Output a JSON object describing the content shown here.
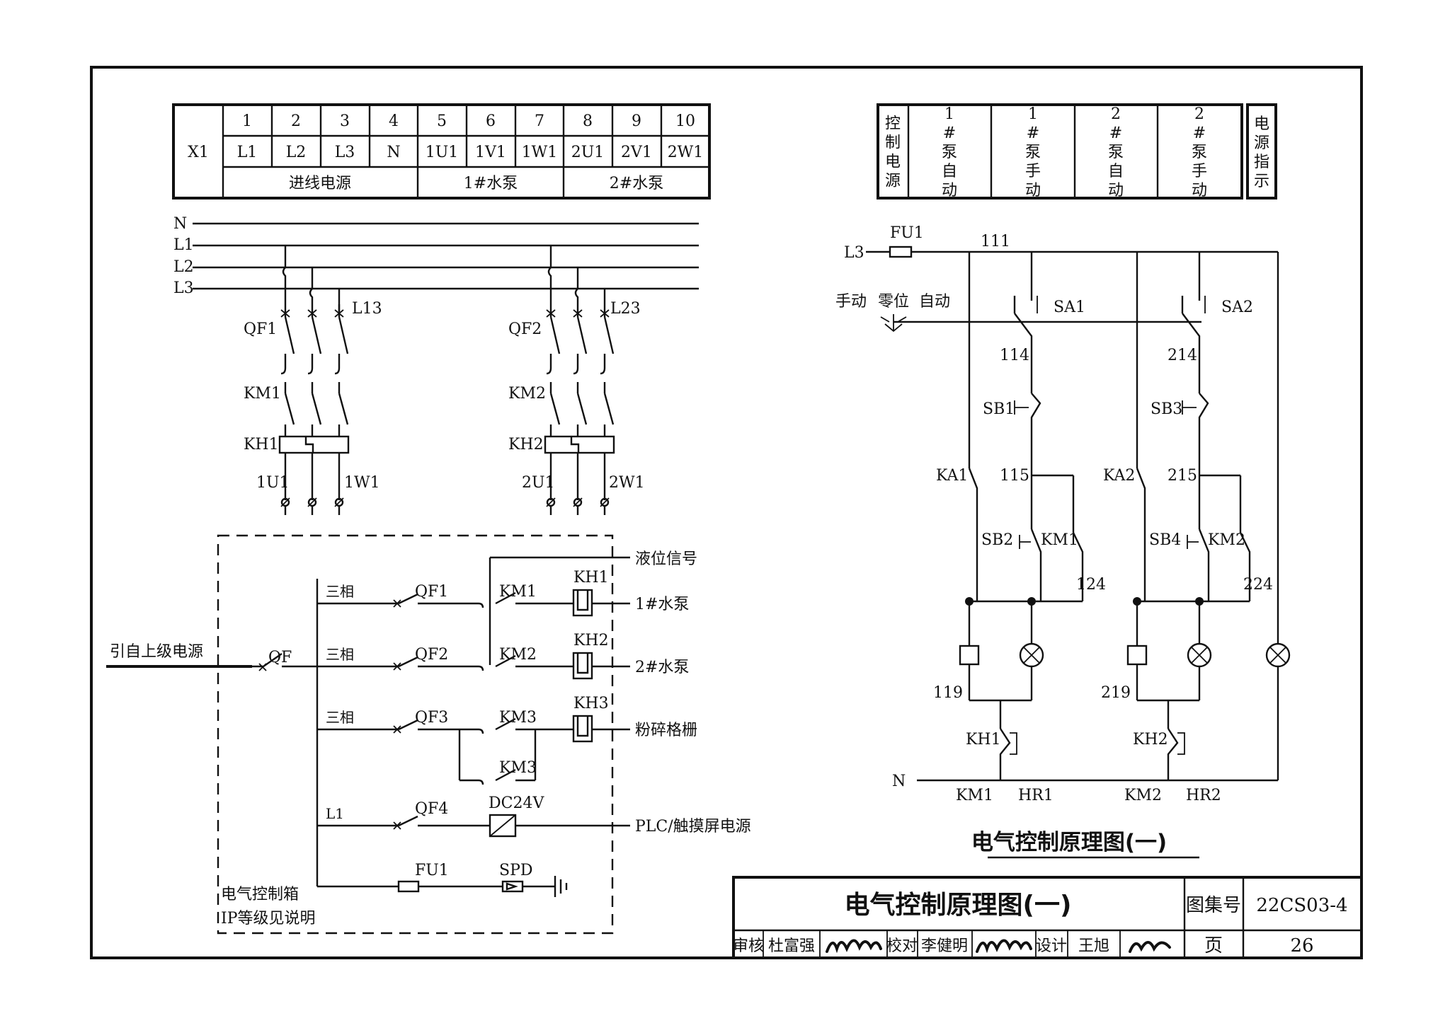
{
  "terminal_table": {
    "row_label": "X1",
    "numbers": [
      "1",
      "2",
      "3",
      "4",
      "5",
      "6",
      "7",
      "8",
      "9",
      "10"
    ],
    "terminals": [
      "L1",
      "L2",
      "L3",
      "N",
      "1U1",
      "1V1",
      "1W1",
      "2U1",
      "2V1",
      "2W1"
    ],
    "groups": [
      "进线电源",
      "1#水泵",
      "2#水泵"
    ]
  },
  "indicator_table": {
    "columns": [
      "控制电源",
      "1#泵自动",
      "1#泵手动",
      "2#泵自动",
      "2#泵手动"
    ],
    "extra": "电源指示"
  },
  "main_circuit": {
    "buses": [
      "N",
      "L1",
      "L2",
      "L3"
    ],
    "pump1": {
      "breaker": "QF1",
      "contactor": "KM1",
      "relay": "KH1",
      "tap": "L13",
      "out_left": "1U1",
      "out_right": "1W1"
    },
    "pump2": {
      "breaker": "QF2",
      "contactor": "KM2",
      "relay": "KH2",
      "tap": "L23",
      "out_left": "2U1",
      "out_right": "2W1"
    }
  },
  "control_box": {
    "feed": "引自上级电源",
    "main_breaker": "QF",
    "branches": [
      {
        "phase": "三相",
        "breaker": "QF1",
        "contactor": "KM1",
        "relay": "KH1",
        "load": "1#水泵"
      },
      {
        "phase": "三相",
        "breaker": "QF2",
        "contactor": "KM2",
        "relay": "KH2",
        "load": "2#水泵"
      },
      {
        "phase": "三相",
        "breaker": "QF3",
        "contactor": "KM3",
        "contactor2": "KM3",
        "relay": "KH3",
        "load": "粉碎格栅"
      },
      {
        "phase": "L1",
        "breaker": "QF4",
        "converter": "DC24V",
        "load": "PLC/触摸屏电源"
      }
    ],
    "level_signal": "液位信号",
    "fuse": "FU1",
    "spd": "SPD",
    "box_label_1": "电气控制箱",
    "box_label_2": "IP等级见说明"
  },
  "control_circuit": {
    "phase": "L3",
    "fuse": "FU1",
    "node_111": "111",
    "selector_modes": [
      "手动",
      "零位",
      "自动"
    ],
    "neutral": "N",
    "pump1": {
      "selector": "SA1",
      "n1": "114",
      "stop": "SB1",
      "aux": "KA1",
      "n2": "115",
      "start": "SB2",
      "hold": "KM1",
      "n3": "124",
      "n4": "119",
      "relay": "KH1",
      "coil": "KM1",
      "lamp": "HR1"
    },
    "pump2": {
      "selector": "SA2",
      "n1": "214",
      "stop": "SB3",
      "aux": "KA2",
      "n2": "215",
      "start": "SB4",
      "hold": "KM2",
      "n3": "224",
      "n4": "219",
      "relay": "KH2",
      "coil": "KM2",
      "lamp": "HR2"
    },
    "title": "电气控制原理图(一)"
  },
  "title_block": {
    "title": "电气控制原理图(一)",
    "atlas_label": "图集号",
    "atlas_no": "22CS03-4",
    "review_label": "审核",
    "reviewer": "杜富强",
    "check_label": "校对",
    "checker": "李健明",
    "design_label": "设计",
    "designer": "王旭",
    "page_label": "页",
    "page_no": "26"
  }
}
